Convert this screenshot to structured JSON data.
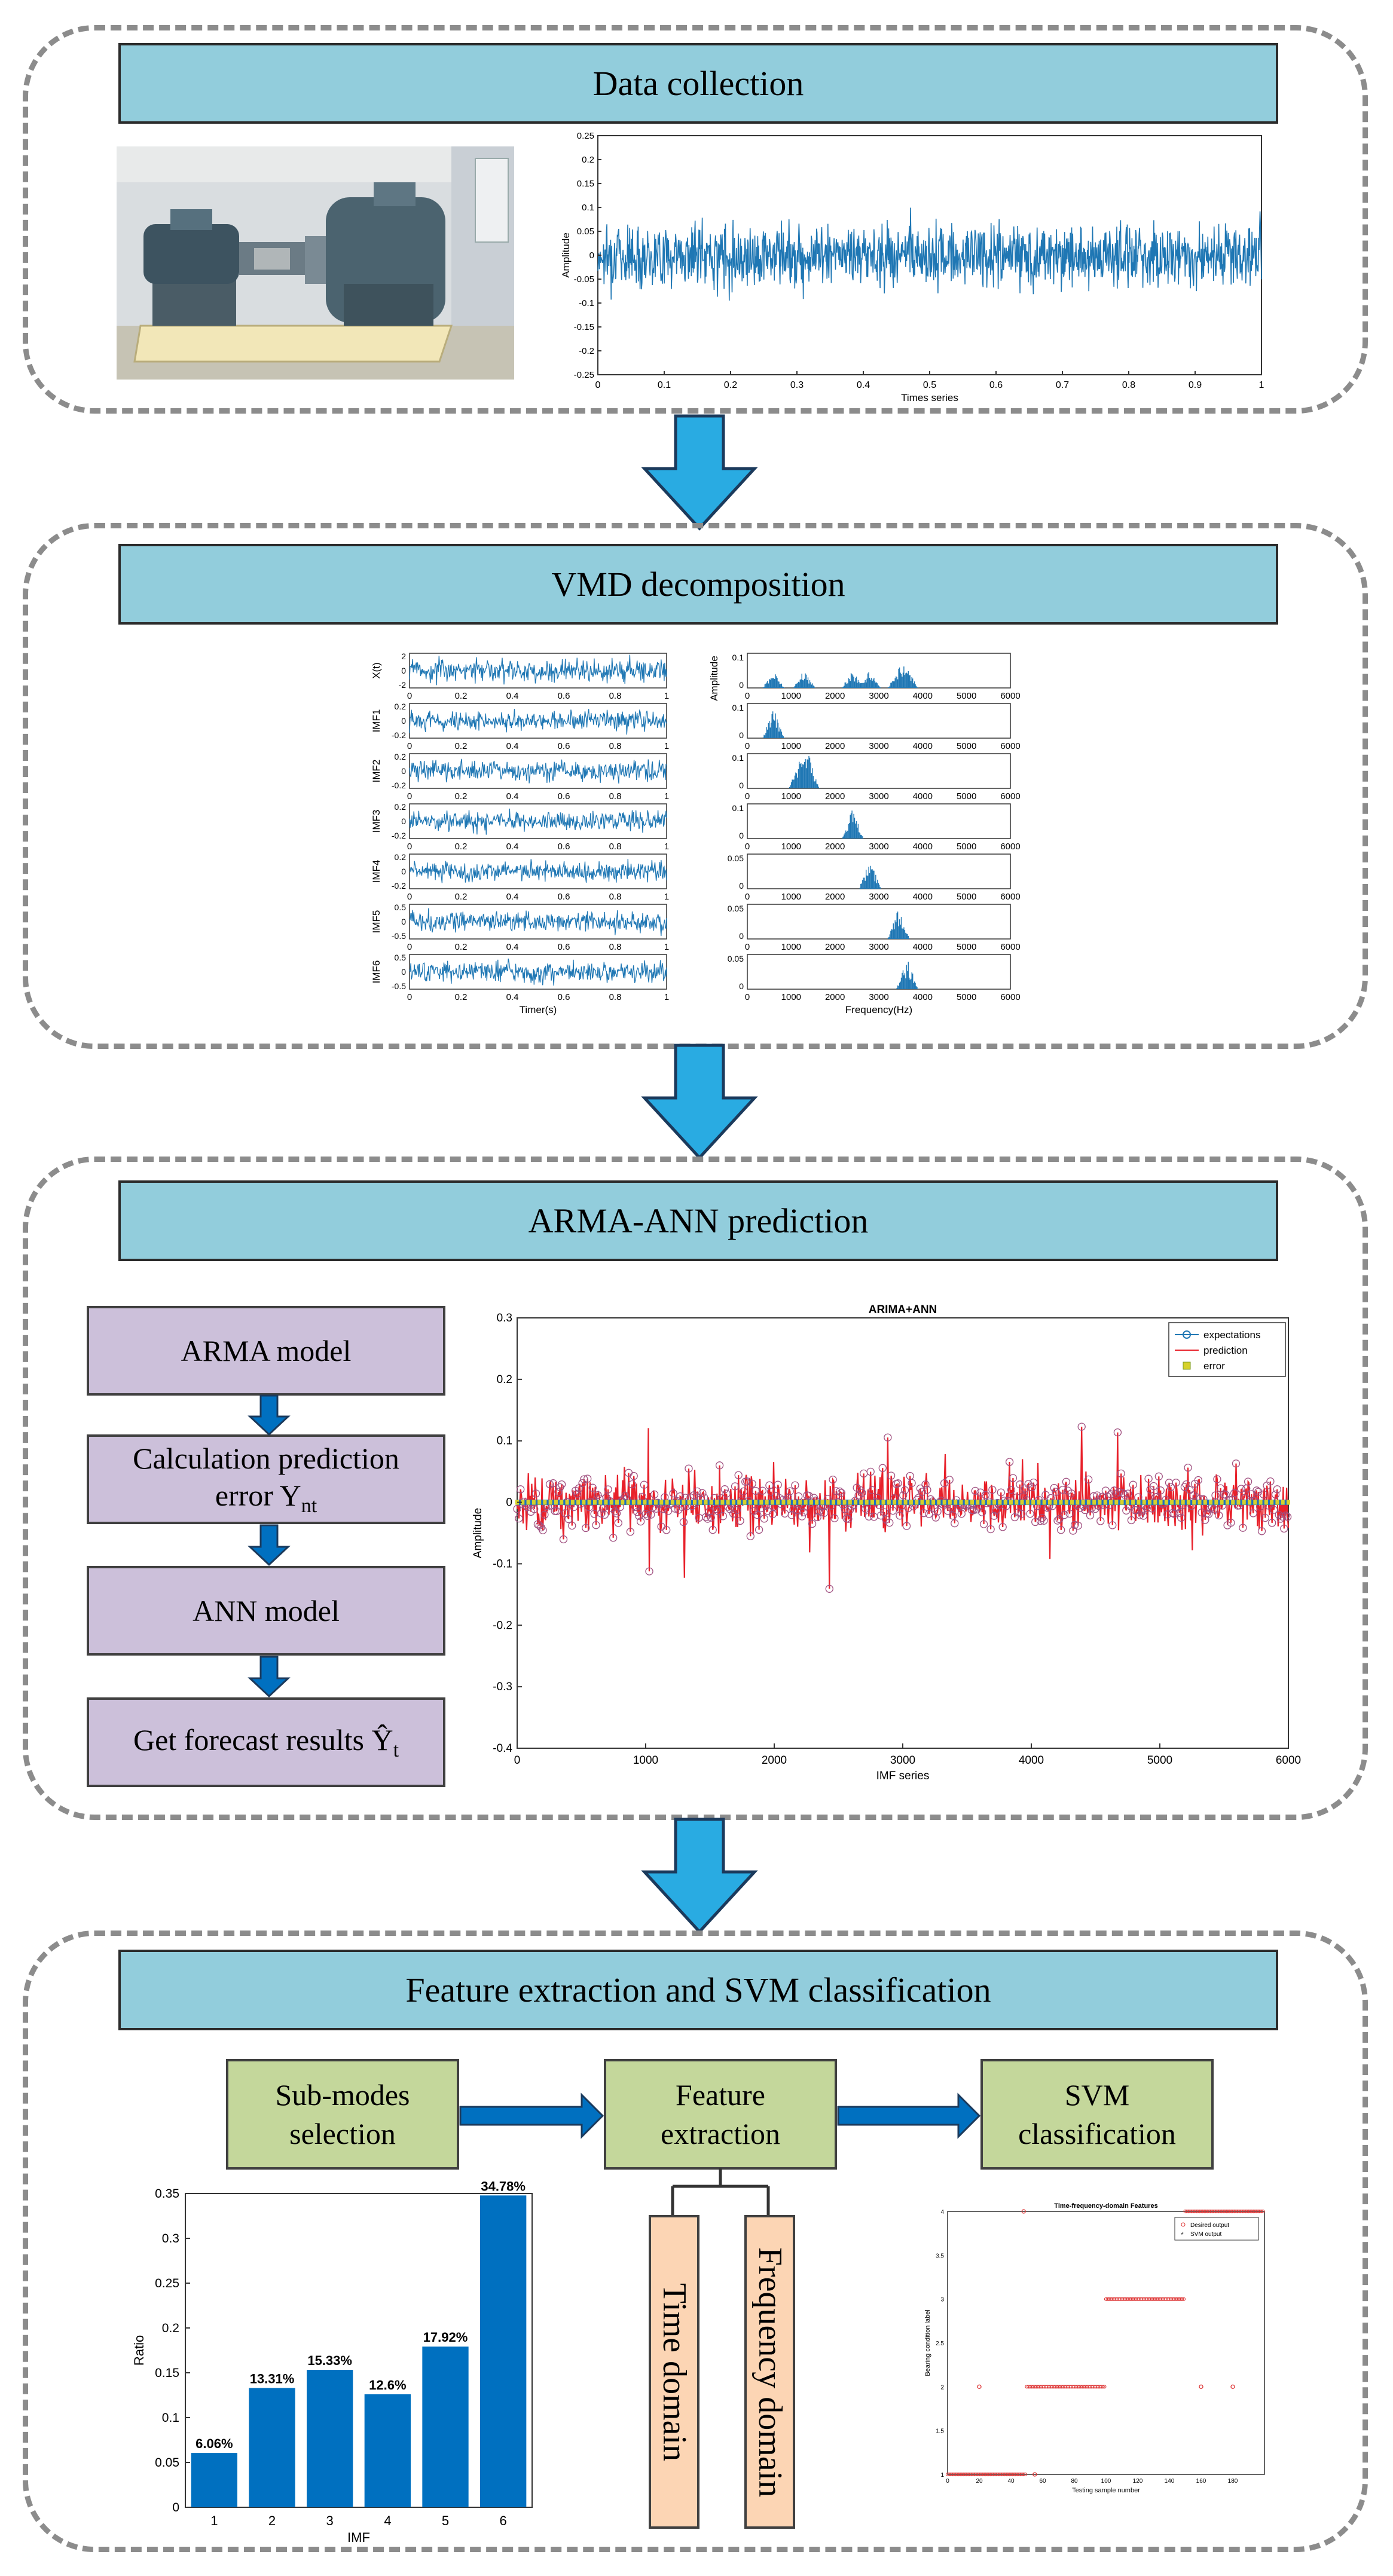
{
  "sections": {
    "data_collection": {
      "title": "Data collection"
    },
    "vmd": {
      "title": "VMD decomposition"
    },
    "arma_ann": {
      "title": "ARMA-ANN prediction"
    },
    "svm": {
      "title": "Feature extraction and SVM classification"
    }
  },
  "colors": {
    "signal": "#1f77b4",
    "title_bar": "#92cddc",
    "arrow": "#29abe2",
    "prediction": "#e8202a",
    "bar": "#0070c0"
  },
  "signal_chart": {
    "xlabel": "Times series",
    "ylabel": "Amplitude",
    "xticks": [
      "0",
      "0.1",
      "0.2",
      "0.3",
      "0.4",
      "0.5",
      "0.6",
      "0.7",
      "0.8",
      "0.9",
      "1"
    ],
    "yticks": [
      "0.25",
      "0.2",
      "0.15",
      "0.1",
      "0.05",
      "0",
      "-0.05",
      "-0.1",
      "-0.15",
      "-0.2",
      "-0.25"
    ]
  },
  "vmd_charts": {
    "left_labels": [
      "X(t)",
      "IMF1",
      "IMF2",
      "IMF3",
      "IMF4",
      "IMF5",
      "IMF6"
    ],
    "left_xlabel": "Timer(s)",
    "left_xticks": [
      "0",
      "0.2",
      "0.4",
      "0.6",
      "0.8",
      "1"
    ],
    "right_ylabel": "Amplitude",
    "right_xlabel": "Frequency(Hz)",
    "right_xticks": [
      "0",
      "1000",
      "2000",
      "3000",
      "4000",
      "5000",
      "6000"
    ]
  },
  "arma_steps": {
    "step1": "ARMA model",
    "step2_line1": "Calculation prediction",
    "step2_line2": "error Y",
    "step2_sub": "nt",
    "step3": "ANN model",
    "step4": "Get forecast results Ŷ",
    "step4_sub": "t"
  },
  "arima_chart": {
    "title": "ARIMA+ANN",
    "xlabel": "IMF series",
    "ylabel": "Amplitude",
    "legend": [
      "expectations",
      "prediction",
      "error"
    ],
    "xticks": [
      "0",
      "1000",
      "2000",
      "3000",
      "4000",
      "5000",
      "6000"
    ],
    "yticks": [
      "0.3",
      "0.2",
      "0.1",
      "0",
      "-0.1",
      "-0.2",
      "-0.3",
      "-0.4"
    ]
  },
  "svm_flow": {
    "box1_line1": "Sub-modes",
    "box1_line2": "selection",
    "box2_line1": "Feature",
    "box2_line2": "extraction",
    "box3_line1": "SVM",
    "box3_line2": "classification",
    "time_domain": "Time domain",
    "freq_domain": "Frequency domain"
  },
  "chart_data": {
    "type": "bar",
    "categories": [
      "1",
      "2",
      "3",
      "4",
      "5",
      "6"
    ],
    "values": [
      0.0606,
      0.1331,
      0.1533,
      0.126,
      0.1792,
      0.3478
    ],
    "data_labels": [
      "6.06%",
      "13.31%",
      "15.33%",
      "12.6%",
      "17.92%",
      "34.78%"
    ],
    "xlabel": "IMF",
    "ylabel": "Ratio",
    "ylim": [
      0,
      0.35
    ],
    "yticks": [
      "0",
      "0.05",
      "0.1",
      "0.15",
      "0.2",
      "0.25",
      "0.3",
      "0.35"
    ]
  },
  "tf_chart": {
    "title": "Time-frequency-domain Features",
    "xlabel": "Testing sample number",
    "ylabel": "Bearing condition label",
    "legend": [
      "Desired output",
      "SVM output"
    ],
    "xticks": [
      "0",
      "20",
      "40",
      "60",
      "80",
      "100",
      "120",
      "140",
      "160",
      "180"
    ],
    "yticks": [
      "1",
      "1.5",
      "2",
      "2.5",
      "3",
      "3.5",
      "4"
    ]
  }
}
